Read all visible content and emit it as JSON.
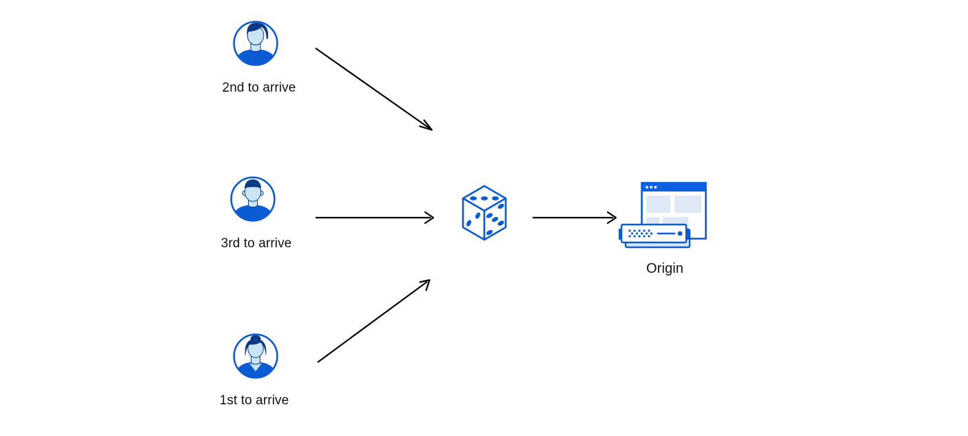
{
  "colors": {
    "primary_blue": "#0b5bd3",
    "dark_navy": "#0a3a85",
    "face_light_blue": "#c9e5f6",
    "panel_light_blue": "#dfe9f5",
    "shadow_light_blue": "#d4e6f9",
    "titlebar_blue": "#0b61e4",
    "arrow_black": "#000000",
    "label_text": "#111111",
    "background": "#ffffff"
  },
  "nodes": {
    "users": [
      {
        "id": "user-2nd",
        "label": "2nd to arrive",
        "icon": "male-avatar-swept-hair-icon"
      },
      {
        "id": "user-3rd",
        "label": "3rd to arrive",
        "icon": "male-avatar-short-hair-icon"
      },
      {
        "id": "user-1st",
        "label": "1st to arrive",
        "icon": "female-avatar-bun-icon"
      }
    ],
    "randomizer": {
      "id": "dice",
      "icon": "dice-icon"
    },
    "origin": {
      "id": "origin",
      "label": "Origin",
      "icon": "origin-server-browser-icon"
    }
  },
  "edges": [
    {
      "from": "user-2nd",
      "to": "dice"
    },
    {
      "from": "user-3rd",
      "to": "dice"
    },
    {
      "from": "user-1st",
      "to": "dice"
    },
    {
      "from": "dice",
      "to": "origin"
    }
  ]
}
